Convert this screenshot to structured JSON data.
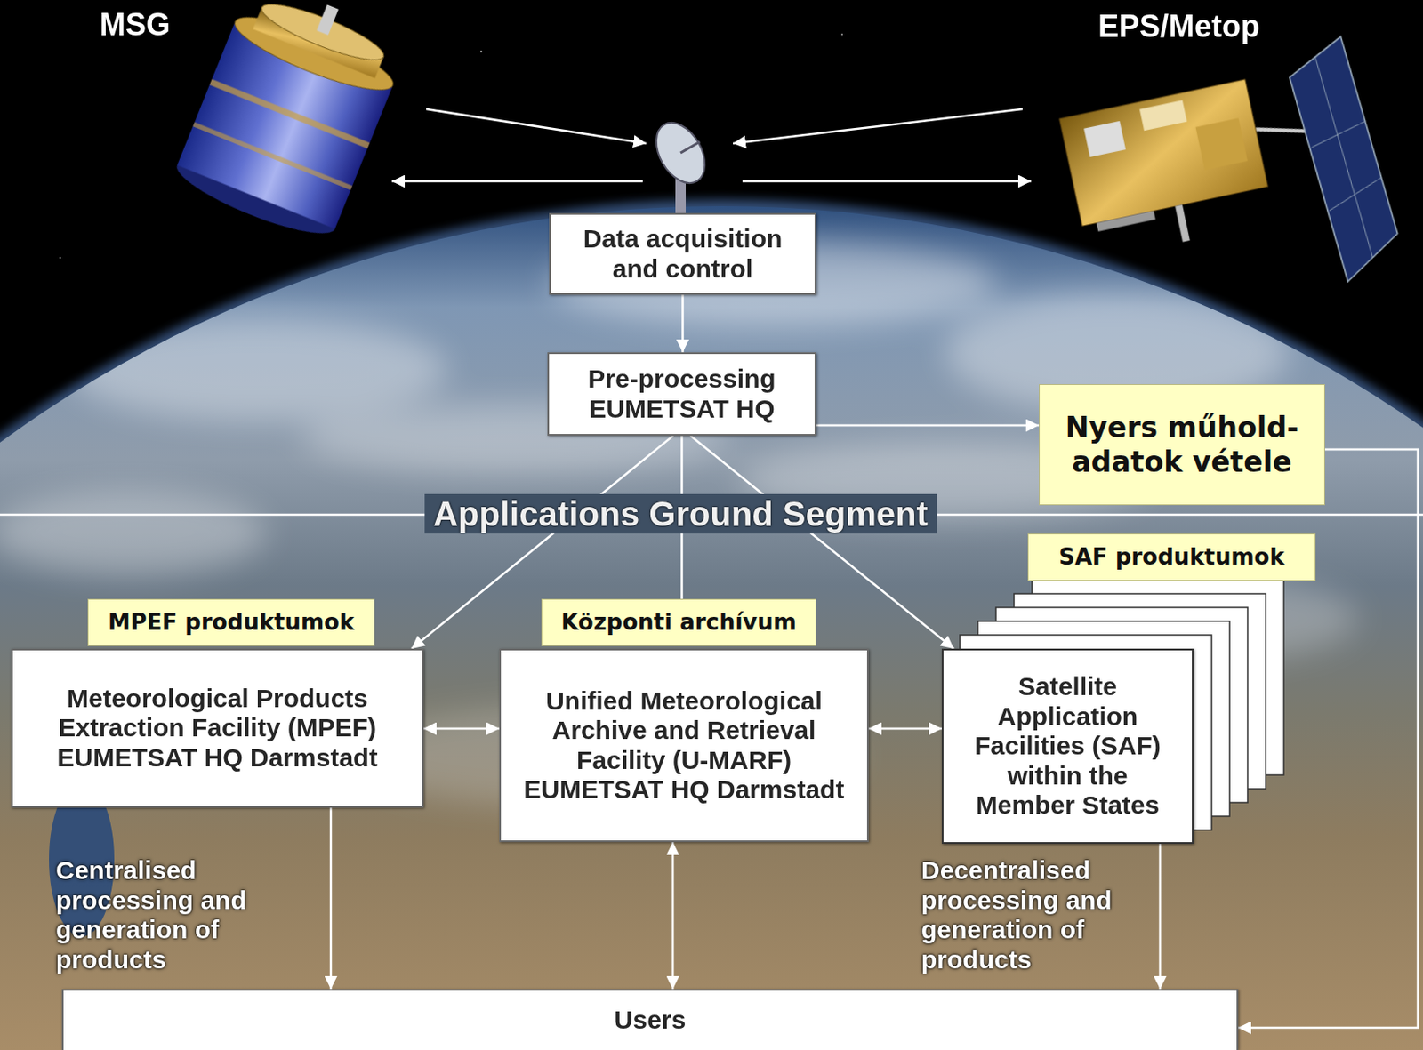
{
  "diagram": {
    "nodes": [
      {
        "text": [
          "Data acquisition and control"
        ]
      },
      {
        "text": [
          "Pre-processing EUMETSAT HQ"
        ]
      },
      {
        "text": [
          "Nyers műhold-adatok vétele"
        ]
      },
      {
        "text": [
          "SAF produktumok"
        ]
      },
      {
        "text": [
          "MPEF produktumok"
        ]
      },
      {
        "text": [
          "Központi archívum"
        ]
      },
      {
        "text": [
          "Meteorological Products Extraction Facility (MPEF) EUMETSAT HQ Darmstadt"
        ]
      },
      {
        "text": [
          "Unified Meteorological Archive and Retrieval Facility (U-MARF) EUMETSAT HQ Darmstadt"
        ]
      },
      {
        "text": [
          "Satellite Application Facilities (SAF) within the Member States"
        ]
      },
      {
        "text": [
          "Users"
        ]
      }
    ],
    "edges": [
      {
        "from": 0,
        "to": 1,
        "arrow": "to"
      },
      {
        "from": 1,
        "to": 2,
        "arrow": "to"
      },
      {
        "from": 1,
        "to": 6,
        "arrow": "to"
      },
      {
        "from": 1,
        "to": 5,
        "arrow": "none"
      },
      {
        "from": 1,
        "to": 8,
        "arrow": "to"
      },
      {
        "from": 6,
        "to": 7,
        "arrow": "both"
      },
      {
        "from": 7,
        "to": 8,
        "arrow": "both"
      },
      {
        "from": 6,
        "to": 9,
        "arrow": "to",
        "label": "Centralised processing and generation of products"
      },
      {
        "from": 7,
        "to": 9,
        "arrow": "both"
      },
      {
        "from": 8,
        "to": 9,
        "arrow": "to",
        "label": "Decentralised processing and generation of products"
      },
      {
        "from": 2,
        "to": 9,
        "arrow": "to"
      }
    ],
    "labels": [
      "MSG",
      "EPS/Metop",
      "Applications Ground Segment"
    ]
  }
}
